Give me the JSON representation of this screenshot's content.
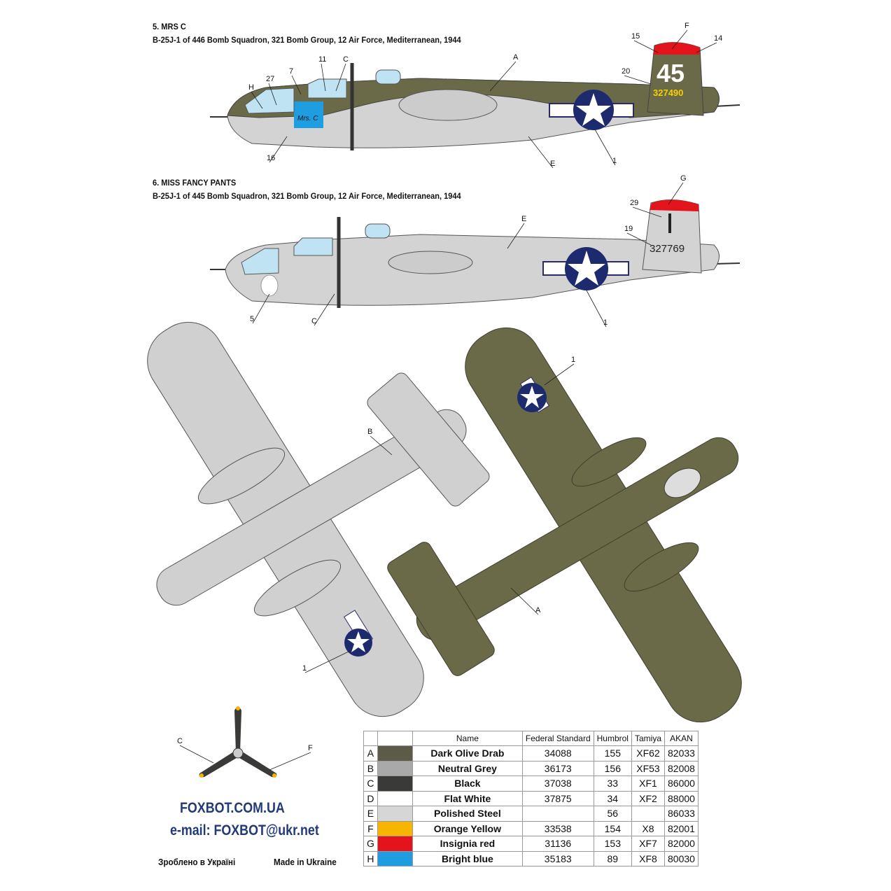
{
  "profiles": [
    {
      "title": "5. MRS C",
      "subtitle": "B-25J-1 of 446 Bomb Squadron, 321 Bomb Group, 12 Air Force, Mediterranean, 1944",
      "tail_code": "45",
      "serial": "327490",
      "nose_art": "Mrs. C",
      "callouts": [
        "F",
        "15",
        "14",
        "20",
        "A",
        "11",
        "C",
        "7",
        "27",
        "H",
        "16",
        "E",
        "1"
      ]
    },
    {
      "title": "6. MISS FANCY PANTS",
      "subtitle": "B-25J-1 of 445 Bomb Squadron, 321 Bomb Group, 12 Air Force, Mediterranean, 1944",
      "serial": "327769",
      "callouts": [
        "G",
        "29",
        "19",
        "E",
        "5",
        "C",
        "1"
      ]
    }
  ],
  "plan_callouts": {
    "grey_b": "B",
    "grey_1": "1",
    "olive_1": "1",
    "olive_a": "A"
  },
  "prop_callouts": {
    "c": "C",
    "f": "F"
  },
  "color_table": {
    "headers": [
      "",
      "",
      "Name",
      "Federal Standard",
      "Humbrol",
      "Tamiya",
      "AKAN"
    ],
    "rows": [
      {
        "code": "A",
        "color": "#5b5b47",
        "name": "Dark Olive Drab",
        "fs": "34088",
        "humbrol": "155",
        "tamiya": "XF62",
        "akan": "82033"
      },
      {
        "code": "B",
        "color": "#a9a9a9",
        "name": "Neutral Grey",
        "fs": "36173",
        "humbrol": "156",
        "tamiya": "XF53",
        "akan": "82008"
      },
      {
        "code": "C",
        "color": "#3a3a38",
        "name": "Black",
        "fs": "37038",
        "humbrol": "33",
        "tamiya": "XF1",
        "akan": "86000"
      },
      {
        "code": "D",
        "color": "#ffffff",
        "name": "Flat White",
        "fs": "37875",
        "humbrol": "34",
        "tamiya": "XF2",
        "akan": "88000"
      },
      {
        "code": "E",
        "color": "#d6d6d6",
        "name": "Polished Steel",
        "fs": "",
        "humbrol": "56",
        "tamiya": "",
        "akan": "86033"
      },
      {
        "code": "F",
        "color": "#f7b500",
        "name": "Orange Yellow",
        "fs": "33538",
        "humbrol": "154",
        "tamiya": "X8",
        "akan": "82001"
      },
      {
        "code": "G",
        "color": "#e3141b",
        "name": "Insignia red",
        "fs": "31136",
        "humbrol": "153",
        "tamiya": "XF7",
        "akan": "82000"
      },
      {
        "code": "H",
        "color": "#1e9ee0",
        "name": "Bright blue",
        "fs": "35183",
        "humbrol": "89",
        "tamiya": "XF8",
        "akan": "80030"
      }
    ]
  },
  "footer": {
    "site": "FOXBOT.COM.UA",
    "email": "e-mail: FOXBOT@ukr.net",
    "made_ua": "Зроблено в Україні",
    "made_en": "Made in Ukraine"
  }
}
